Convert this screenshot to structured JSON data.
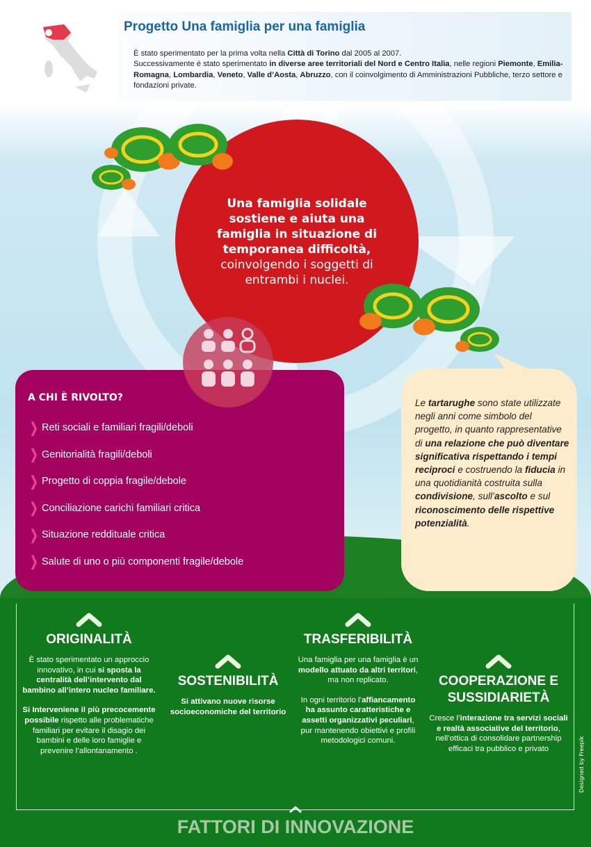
{
  "header": {
    "title": "Progetto Una famiglia per una famiglia",
    "intro": [
      [
        "È stato sperimentato per la prima volta nella ",
        0
      ],
      [
        "Città di Torino",
        1
      ],
      [
        " dal 2005 al 2007.",
        0
      ],
      [
        "\n",
        0
      ],
      [
        "Successivamente è stato sperimentato ",
        0
      ],
      [
        "in diverse aree territoriali del Nord e Centro Italia",
        1
      ],
      [
        ", nelle regioni ",
        0
      ],
      [
        "Piemonte",
        1
      ],
      [
        ", ",
        0
      ],
      [
        "Emilia-Romagna",
        1
      ],
      [
        ", ",
        0
      ],
      [
        "Lombardia",
        1
      ],
      [
        ", ",
        0
      ],
      [
        "Veneto",
        1
      ],
      [
        ", ",
        0
      ],
      [
        "Valle d’Aosta",
        1
      ],
      [
        ", ",
        0
      ],
      [
        "Abruzzo",
        1
      ],
      [
        ", con il coinvolgimento di Amministrazioni Pubbliche, terzo settore e fondazioni private.",
        0
      ]
    ]
  },
  "center": {
    "text": [
      [
        "Una famiglia solidale sostiene e aiuta una famiglia in situazione di temporanea difficoltà,",
        1
      ],
      [
        " coinvolgendo i soggetti di entrambi i nuclei.",
        0
      ]
    ]
  },
  "target": {
    "title": "A CHI È RIVOLTO?",
    "items": [
      "Reti sociali e familiari fragili/deboli",
      "Genitorialità fragili/deboli",
      "Progetto di coppia fragile/debole",
      "Conciliazione carichi familiari critica",
      "Situazione reddituale critica",
      "Salute di uno o più componenti fragile/debole"
    ]
  },
  "turtles": {
    "text": [
      [
        " Le ",
        0
      ],
      [
        "tartarughe",
        1
      ],
      [
        " sono state utilizzate negli anni come simbolo del progetto, in quanto rappresentative di ",
        0
      ],
      [
        "una relazione che può diventare significativa rispettando i tempi reciproci",
        1
      ],
      [
        " e costruendo la ",
        0
      ],
      [
        "fiducia",
        1
      ],
      [
        " in una quotidianità costruita sulla ",
        0
      ],
      [
        "condivisione",
        1
      ],
      [
        ", sull’",
        0
      ],
      [
        "ascolto",
        1
      ],
      [
        " e sul ",
        0
      ],
      [
        "riconoscimento delle rispettive potenzialità",
        1
      ],
      [
        ".",
        0
      ]
    ]
  },
  "factors": [
    {
      "title": "ORIGINALITÀ",
      "paras": [
        [
          [
            "È stato sperimentato un approccio innovativo, in cui ",
            0
          ],
          [
            "si sposta la centralità dell’intervento dal bambino all’intero nucleo familiare.",
            1
          ]
        ],
        [
          [
            "Si Interveniene il più precocemente possibile",
            1
          ],
          [
            " rispetto alle problematiche familiari per evitare il disagio dei bambini e delle loro famiglie e prevenire l’allontanamento .",
            0
          ]
        ]
      ]
    },
    {
      "title": "SOSTENIBILITÀ",
      "paras": [
        [
          [
            "Si attivano nuove risorse socioeconomiche del territorio",
            1
          ]
        ]
      ]
    },
    {
      "title": "TRASFERIBILITÀ",
      "paras": [
        [
          [
            "Una famiglia per una famiglia è un ",
            0
          ],
          [
            "modello attuato da altri territori",
            1
          ],
          [
            ", ma non replicato.",
            0
          ]
        ],
        [
          [
            "In ogni territorio l’",
            0
          ],
          [
            "affiancamento ha assunto caratteristiche e assetti organizzativi peculiari",
            1
          ],
          [
            ", pur mantenendo obiettivi e profili metodologici comuni.",
            0
          ]
        ]
      ]
    },
    {
      "title": "COOPERAZIONE E SUSSIDIARIETÀ",
      "paras": [
        [
          [
            "Cresce l’",
            0
          ],
          [
            "interazione tra servizi sociali e realtà associative del territorio",
            1
          ],
          [
            ", nell’ottica di consolidare partnership efficaci tra pubblico e privato",
            0
          ]
        ]
      ]
    }
  ],
  "footer": {
    "title": "FATTORI DI INNOVAZIONE",
    "credit": "Designed by Freepik"
  },
  "colors": {
    "red": "#d0191f",
    "magenta": "#a3035e",
    "green": "#117a1d",
    "cream": "#fdeccc",
    "blue": "#1a64a8"
  }
}
